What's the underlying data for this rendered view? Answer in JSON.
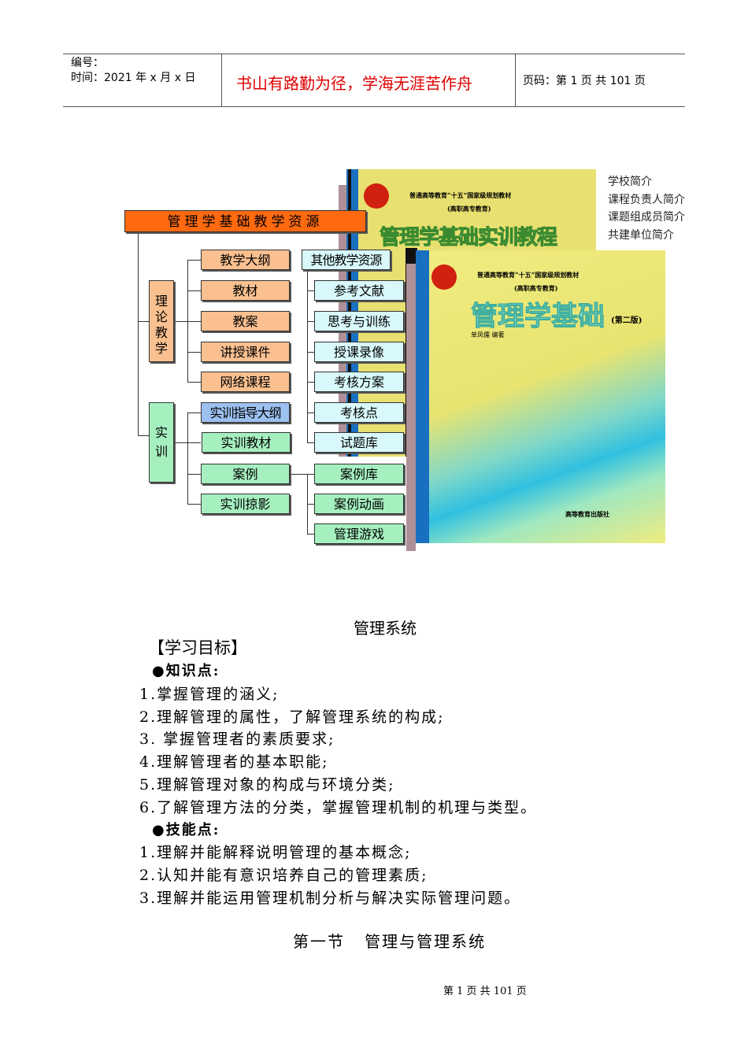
{
  "header": {
    "number_label": "编号：",
    "time_label": "时间：2021 年 x 月 x 日",
    "motto": "书山有路勤为径，学海无涯苦作舟",
    "page_label": "页码：第 1 页  共 101 页",
    "motto_color": "#e00000"
  },
  "diagram": {
    "root": "管理学基础教学资源",
    "theory": {
      "label": "理论教学",
      "items": [
        "教学大纲",
        "教材",
        "教案",
        "讲授课件",
        "网络课程"
      ]
    },
    "practice": {
      "label": "实训",
      "items": [
        "实训指导大纲",
        "实训教材",
        "案例",
        "实训掠影"
      ]
    },
    "other": {
      "label": "其他教学资源",
      "items": [
        "参考文献",
        "思考与训练",
        "授课录像",
        "考核方案",
        "考核点",
        "试题库"
      ]
    },
    "case_items": [
      "案例库",
      "案例动画",
      "管理游戏"
    ],
    "colors": {
      "root": "#ff6a10",
      "theory": "#fac090",
      "practice": "#a6f0c0",
      "other": "#d8f8fc",
      "highlight": "#9cc0f0"
    }
  },
  "books": {
    "series": "普通高等教育“十五”国家级规划教材",
    "level": "(高职高专教育)",
    "book1_title": "管理学基础实训教程",
    "book2_title": "管理学基础",
    "edition": "(第二版)",
    "author": "单凤儒  编著",
    "publisher": "高等教育出版社"
  },
  "side_links": [
    "学校简介",
    "课程负责人简介",
    "课题组成员简介",
    "共建单位简介"
  ],
  "content": {
    "title": "管理系统",
    "objectives_heading": "【学习目标】",
    "knowledge_heading": "●知识点:",
    "knowledge": [
      "1.掌握管理的涵义;",
      "2.理解管理的属性，了解管理系统的构成;",
      "3. 掌握管理者的素质要求;",
      "4.理解管理者的基本职能;",
      "5.理解管理对象的构成与环境分类;",
      "6.了解管理方法的分类，掌握管理机制的机理与类型。"
    ],
    "skills_heading": "●技能点:",
    "skills": [
      "1.理解并能解释说明管理的基本概念;",
      "2.认知并能有意识培养自己的管理素质;",
      "3.理解并能运用管理机制分析与解决实际管理问题。"
    ],
    "section_title": "第一节   管理与管理系统"
  },
  "footer": {
    "page_text": "第 1 页 共 101 页"
  }
}
